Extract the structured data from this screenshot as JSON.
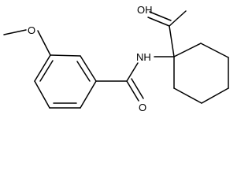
{
  "molecule": {
    "atom_labels": {
      "methoxy_oxygen": "O",
      "nitrogen": "NH",
      "carbonyl_oxygen": "O",
      "carboxylic_acid": "OH"
    }
  }
}
